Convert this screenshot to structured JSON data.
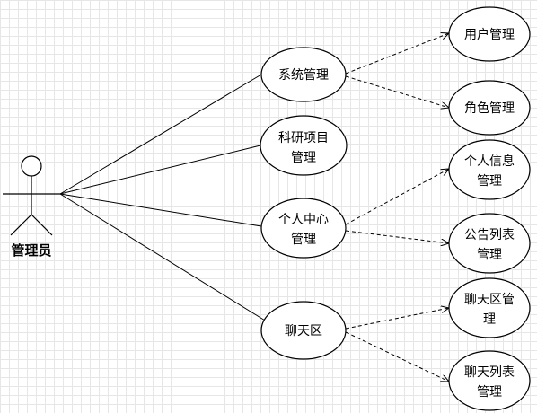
{
  "actor": {
    "label": "管理员"
  },
  "use_cases": {
    "system": {
      "label": "系统管理"
    },
    "research": {
      "label_line1": "科研项目",
      "label_line2": "管理"
    },
    "personal": {
      "label_line1": "个人中心",
      "label_line2": "管理"
    },
    "chat": {
      "label": "聊天区"
    },
    "user_mgmt": {
      "label": "用户管理"
    },
    "role_mgmt": {
      "label": "角色管理"
    },
    "profile_mgmt": {
      "label_line1": "个人信息",
      "label_line2": "管理"
    },
    "notice_mgmt": {
      "label_line1": "公告列表",
      "label_line2": "管理"
    },
    "chat_area_mgmt": {
      "label_line1": "聊天区管",
      "label_line2": "理"
    },
    "chat_list_mgmt": {
      "label_line1": "聊天列表",
      "label_line2": "管理"
    }
  }
}
